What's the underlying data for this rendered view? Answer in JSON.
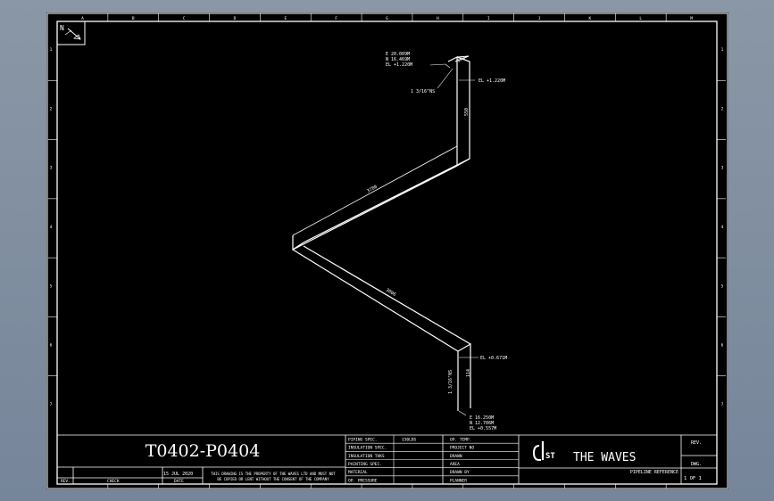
{
  "drawing": {
    "title": "T0402-P0404",
    "north_label": "N",
    "company_name": "THE WAVES",
    "logo_text": "ST"
  },
  "border": {
    "column_letters": [
      "A",
      "B",
      "C",
      "D",
      "E",
      "F",
      "G",
      "H",
      "I",
      "J",
      "K",
      "L",
      "M"
    ],
    "row_numbers": [
      "1",
      "2",
      "3",
      "4",
      "5",
      "6",
      "7"
    ]
  },
  "annotations": {
    "top_coords": [
      "E 20.009M",
      "N 16.469M",
      "EL +1.220M"
    ],
    "top_elevation": "EL +1.220M",
    "top_size": "1 3/16\"NS",
    "dim_top_short": "178",
    "dim_vertical_top": "550",
    "dim_diagonal_upper": "3780",
    "dim_diagonal_lower": "3806",
    "dim_vertical_bottom": "114",
    "bottom_elevation": "EL +0.671M",
    "bottom_size": "1 3/16\"NS",
    "bottom_coords": [
      "E 16.250M",
      "N 12.706M",
      "EL +0.557M"
    ]
  },
  "title_block": {
    "left": {
      "date": "15 JUL 2020",
      "rev_label": "REV.",
      "check_label": "CHECK",
      "date_label": "DATE"
    },
    "copyright": [
      "THIS DRAWING IS THE PROPERTY OF THE WAVES LTD AND MUST NOT",
      "BE COPIED OR LENT WITHOUT THE CONSENT OF THE COMPANY"
    ],
    "specs": [
      {
        "label": "PIPING SPEC.",
        "value": "150LBS"
      },
      {
        "label": "INSULATION SPEC.",
        "value": ""
      },
      {
        "label": "INSULATION THKS",
        "value": ""
      },
      {
        "label": "PAINTING SPEC.",
        "value": ""
      },
      {
        "label": "MATERIAL",
        "value": ""
      },
      {
        "label": "OP. PRESSURE",
        "value": ""
      }
    ],
    "project": [
      {
        "label": "OP. TEMP.",
        "value": ""
      },
      {
        "label": "PROJECT NO",
        "value": ""
      },
      {
        "label": "DRAWN",
        "value": ""
      },
      {
        "label": "AREA",
        "value": ""
      },
      {
        "label": "DRAWN BY",
        "value": ""
      },
      {
        "label": "",
        "value": "PLANNER"
      }
    ],
    "pipeline_reference": "PIPELINE REFERENCE",
    "rev_header": "REV.",
    "dwg_header": "DWG.",
    "sheet": "1 OF 1"
  }
}
